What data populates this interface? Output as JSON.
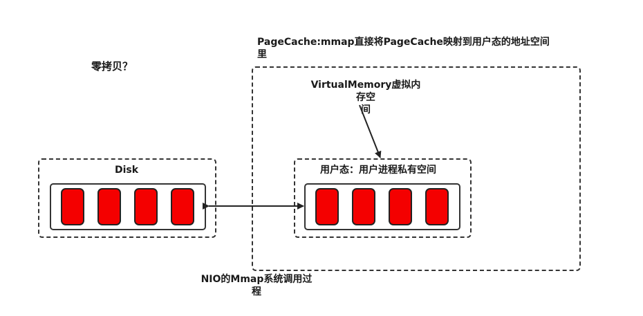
{
  "title": "零拷贝？",
  "page_cache_note": [
    "PageCache:mmap直接将PageCache映射到用户态的地址空间",
    "里"
  ],
  "virtual_memory_label": [
    "VirtualMemory虚拟内存空",
    "间"
  ],
  "disk_label": "Disk",
  "user_space_label": "用户态：用户进程私有空间",
  "caption": [
    "NIO的Mmap系统调用过",
    "程"
  ],
  "colors": {
    "block_fill": "#f40000",
    "stroke": "#333333"
  }
}
